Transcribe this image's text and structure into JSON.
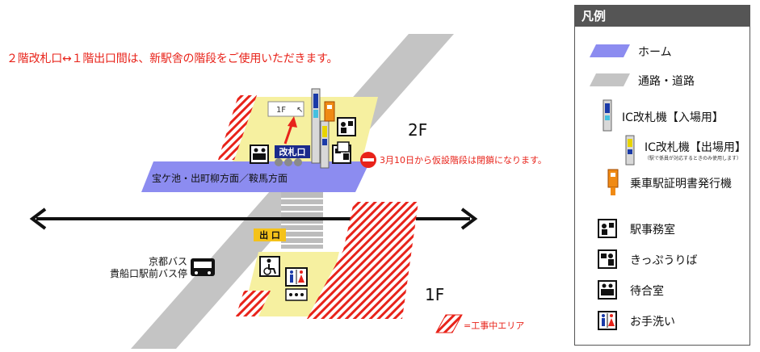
{
  "notice": "２階改札口↔１階出口間は、新駅舎の階段をご使用いただきます。",
  "floor_2f": "2F",
  "floor_1f": "1F",
  "stair_sign": "1F",
  "ticket_gate_label": "改札口",
  "exit_label": "出 口",
  "platform_label": "宝ケ池・出町柳方面／鞍馬方面",
  "closure_notice": "3月10日から仮設階段は閉鎖になります。",
  "bus_stop": {
    "line1": "京都バス",
    "line2": "貴船口駅前バス停"
  },
  "construction_legend": "=工事中エリア",
  "legend": {
    "title": "凡例",
    "items": [
      {
        "icon": "platform-swatch",
        "label": "ホーム"
      },
      {
        "icon": "road-swatch",
        "label": "通路・道路"
      },
      {
        "icon": "ic-gate-entry-icon",
        "label": "IC改札機【入場用】"
      },
      {
        "icon": "ic-gate-exit-icon",
        "label": "IC改札機【出場用】",
        "note": "（駅で係員が対応するときのみ使用します）"
      },
      {
        "icon": "certificate-machine-icon",
        "label": "乗車駅証明書発行機"
      },
      {
        "icon": "station-office-icon",
        "label": "駅事務室"
      },
      {
        "icon": "ticket-office-icon",
        "label": "きっぷうりば"
      },
      {
        "icon": "waiting-room-icon",
        "label": "待合室"
      },
      {
        "icon": "restroom-icon",
        "label": "お手洗い"
      }
    ]
  },
  "colors": {
    "platform": "#8c8cf0",
    "road": "#c4c4c4",
    "concourse": "#f6f0a0",
    "construction": "#e8231a",
    "exit": "#f4c21a",
    "gate": "#1a2a8c",
    "notice": "#e8231a"
  }
}
